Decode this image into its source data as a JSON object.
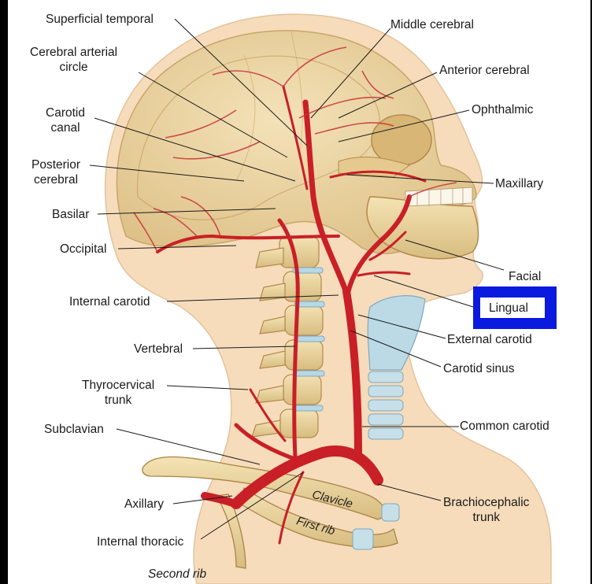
{
  "labels": {
    "superficial_temporal": "Superficial temporal",
    "middle_cerebral": "Middle cerebral",
    "cerebral_arterial_circle": "Cerebral arterial\ncircle",
    "anterior_cerebral": "Anterior cerebral",
    "carotid_canal": "Carotid\ncanal",
    "ophthalmic": "Ophthalmic",
    "posterior_cerebral": "Posterior\ncerebral",
    "maxillary": "Maxillary",
    "basilar": "Basilar",
    "occipital": "Occipital",
    "facial": "Facial",
    "lingual": "Lingual",
    "internal_carotid": "Internal carotid",
    "external_carotid": "External carotid",
    "vertebral": "Vertebral",
    "carotid_sinus": "Carotid sinus",
    "thyrocervical_trunk": "Thyrocervical\ntrunk",
    "subclavian": "Subclavian",
    "common_carotid": "Common carotid",
    "axillary": "Axillary",
    "brachiocephalic_trunk": "Brachiocephalic\ntrunk",
    "internal_thoracic": "Internal thoracic",
    "second_rib": "Second rib",
    "clavicle": "Clavicle",
    "first_rib": "First rib"
  },
  "highlight": {
    "label": "lingual",
    "color": "#0a1adf"
  },
  "colors": {
    "skin": "#f6dcbb",
    "bone": "#e9cf93",
    "artery": "#c91f26",
    "cartilage": "#b9d6e3"
  }
}
